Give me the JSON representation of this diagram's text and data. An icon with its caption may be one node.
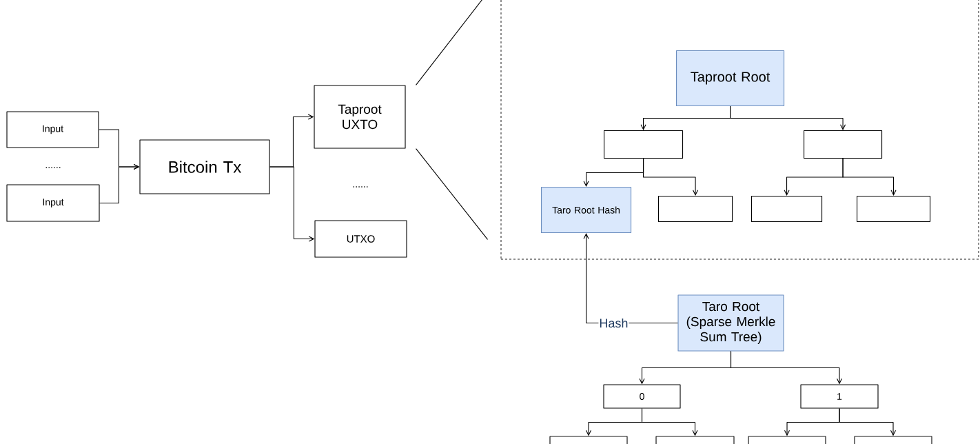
{
  "diagram": {
    "nodes": [
      {
        "text": [
          "Input"
        ]
      },
      {
        "text": [
          "Input"
        ]
      },
      {
        "text": [
          "Bitcoin Tx"
        ]
      },
      {
        "text": [
          "Taproot UXTO"
        ]
      },
      {
        "text": [
          "UTXO"
        ]
      },
      {
        "text": [],
        "shape": "box"
      },
      {
        "text": [
          "Taproot Root"
        ],
        "in": 5
      },
      {
        "text": [],
        "shape": "box",
        "in": 5
      },
      {
        "text": [],
        "shape": "box",
        "in": 5
      },
      {
        "text": [
          "Taro Root Hash"
        ],
        "in": 5
      },
      {
        "text": [],
        "shape": "box",
        "in": 5
      },
      {
        "text": [],
        "shape": "box",
        "in": 5
      },
      {
        "text": [],
        "shape": "box",
        "in": 5
      },
      {
        "text": [
          "Taro Root (Sparse Merkle Sum Tree)"
        ]
      },
      {
        "text": [
          "0"
        ]
      },
      {
        "text": [
          "1"
        ]
      },
      {
        "text": [],
        "shape": "box"
      },
      {
        "text": [],
        "shape": "box"
      },
      {
        "text": [],
        "shape": "box"
      },
      {
        "text": [],
        "shape": "box"
      }
    ],
    "edges": [
      {
        "from": 0,
        "to": 2,
        "arrow": "to"
      },
      {
        "from": 1,
        "to": 2,
        "arrow": "to"
      },
      {
        "from": 2,
        "to": 3,
        "arrow": "to"
      },
      {
        "from": 2,
        "to": 4,
        "arrow": "to"
      },
      {
        "from": 3,
        "to": 5,
        "arrow": "none"
      },
      {
        "from": 3,
        "to": 5,
        "arrow": "none"
      },
      {
        "from": 6,
        "to": 7,
        "arrow": "to"
      },
      {
        "from": 6,
        "to": 8,
        "arrow": "to"
      },
      {
        "from": 7,
        "to": 9,
        "arrow": "to"
      },
      {
        "from": 7,
        "to": 10,
        "arrow": "to"
      },
      {
        "from": 8,
        "to": 11,
        "arrow": "to"
      },
      {
        "from": 8,
        "to": 12,
        "arrow": "to"
      },
      {
        "from": 13,
        "to": 9,
        "arrow": "to",
        "label": "Hash"
      },
      {
        "from": 13,
        "to": 14,
        "arrow": "to"
      },
      {
        "from": 13,
        "to": 15,
        "arrow": "to"
      },
      {
        "from": 14,
        "to": 16,
        "arrow": "to"
      },
      {
        "from": 14,
        "to": 17,
        "arrow": "to"
      },
      {
        "from": 15,
        "to": 18,
        "arrow": "to"
      },
      {
        "from": 15,
        "to": 19,
        "arrow": "to"
      }
    ],
    "labels": [
      "......",
      "......"
    ]
  }
}
